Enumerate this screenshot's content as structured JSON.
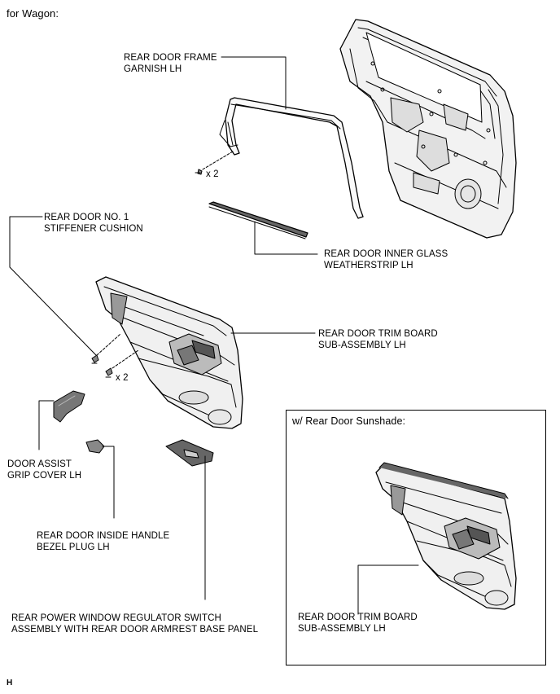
{
  "header": "for Wagon:",
  "footer_code": "H",
  "labels": {
    "frame_garnish": [
      "REAR DOOR FRAME",
      "GARNISH LH"
    ],
    "stiffener_cushion": [
      "REAR DOOR NO. 1",
      "STIFFENER CUSHION"
    ],
    "inner_glass_weatherstrip": [
      "REAR DOOR INNER GLASS",
      "WEATHERSTRIP LH"
    ],
    "trim_board": [
      "REAR DOOR TRIM BOARD",
      "SUB-ASSEMBLY LH"
    ],
    "assist_grip_cover": [
      "DOOR ASSIST",
      "GRIP COVER LH"
    ],
    "handle_bezel_plug": [
      "REAR DOOR INSIDE HANDLE",
      "BEZEL PLUG LH"
    ],
    "regulator_switch": [
      "REAR POWER WINDOW REGULATOR SWITCH",
      "ASSEMBLY WITH REAR DOOR ARMREST BASE PANEL"
    ]
  },
  "quantities": {
    "clip_garnish": "x 2",
    "clip_trim": "x 2"
  },
  "inset": {
    "title": "w/ Rear Door Sunshade:",
    "trim_board": [
      "REAR DOOR TRIM BOARD",
      "SUB-ASSEMBLY LH"
    ]
  }
}
